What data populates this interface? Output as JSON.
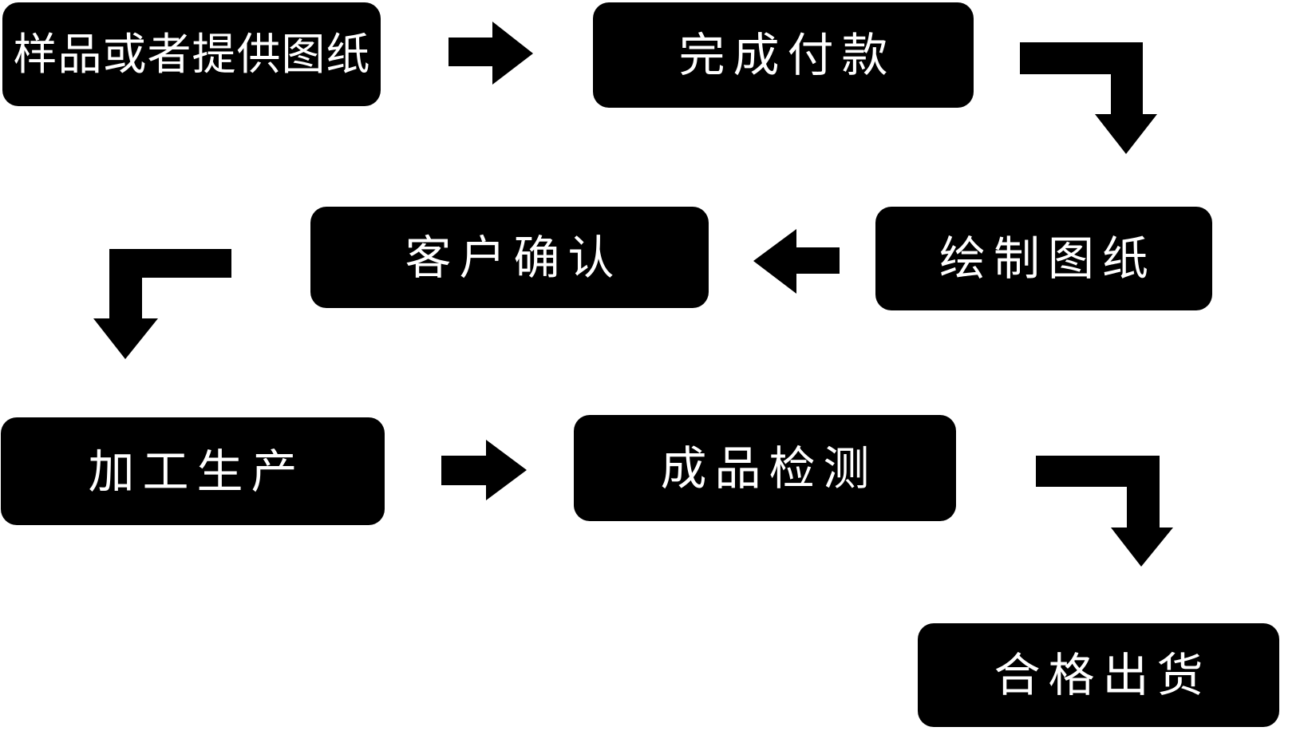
{
  "diagram": {
    "type": "flowchart",
    "title": "production process flow",
    "colors": {
      "background": "#ffffff",
      "node_fill": "#000000",
      "node_text": "#ffffff",
      "arrow": "#000000"
    },
    "nodes": [
      {
        "id": "step-1",
        "label": "样品或者提供图纸"
      },
      {
        "id": "step-2",
        "label": "完成付款"
      },
      {
        "id": "step-3",
        "label": "绘制图纸"
      },
      {
        "id": "step-4",
        "label": "客户确认"
      },
      {
        "id": "step-5",
        "label": "加工生产"
      },
      {
        "id": "step-6",
        "label": "成品检测"
      },
      {
        "id": "step-7",
        "label": "合格出货"
      }
    ],
    "arrows": [
      {
        "from": "step-1",
        "to": "step-2",
        "shape": "straight-right"
      },
      {
        "from": "step-2",
        "to": "step-3",
        "shape": "elbow-right-down"
      },
      {
        "from": "step-3",
        "to": "step-4",
        "shape": "straight-left"
      },
      {
        "from": "step-4",
        "to": "step-5",
        "shape": "elbow-left-down"
      },
      {
        "from": "step-5",
        "to": "step-6",
        "shape": "straight-right"
      },
      {
        "from": "step-6",
        "to": "step-7",
        "shape": "elbow-right-down"
      }
    ]
  }
}
